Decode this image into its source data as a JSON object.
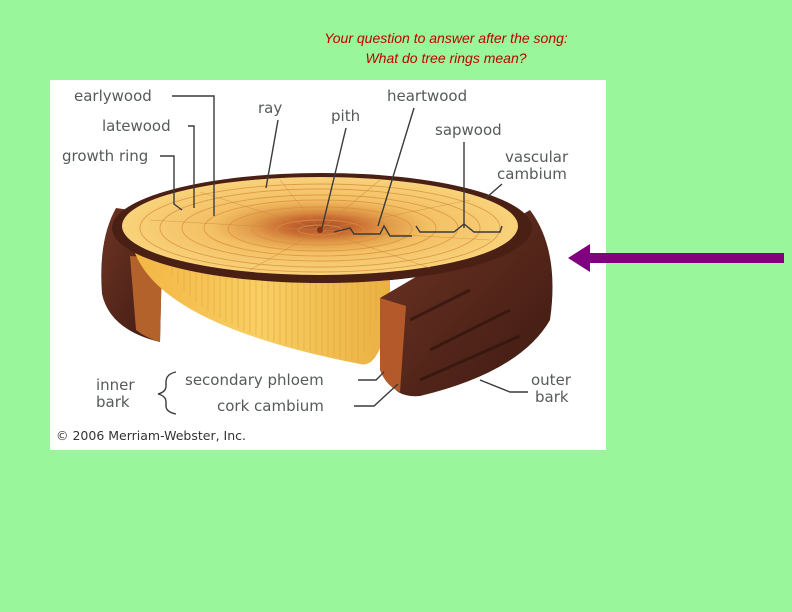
{
  "question": {
    "line1": "Your question to answer after the song:",
    "line2": "What do tree rings mean?"
  },
  "diagram": {
    "labels": {
      "earlywood": "earlywood",
      "latewood": "latewood",
      "growth_ring": "growth ring",
      "ray": "ray",
      "pith": "pith",
      "heartwood": "heartwood",
      "sapwood": "sapwood",
      "vascular_cambium_1": "vascular",
      "vascular_cambium_2": "cambium",
      "inner_bark_1": "inner",
      "inner_bark_2": "bark",
      "secondary_phloem": "secondary phloem",
      "cork_cambium": "cork cambium",
      "outer_bark_1": "outer",
      "outer_bark_2": "bark"
    },
    "copyright": "© 2006 Merriam-Webster, Inc."
  },
  "colors": {
    "background": "#99f69a",
    "question_text": "#c00000",
    "arrow": "#800080",
    "bark": "#5a2a1c",
    "sapwood": "#f7c35a",
    "heartwood": "#d98a3a"
  },
  "icons": [
    "left-arrow-icon"
  ]
}
